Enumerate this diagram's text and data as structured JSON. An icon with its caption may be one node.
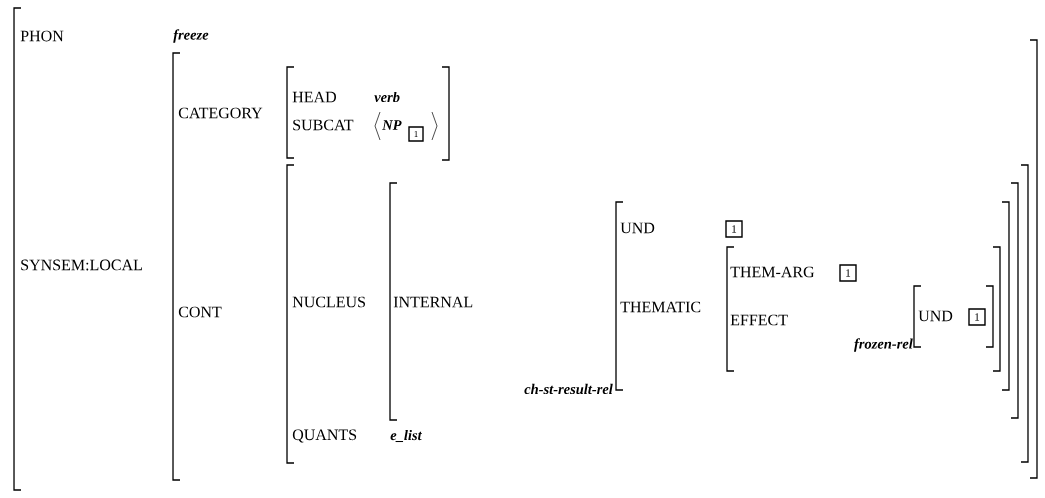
{
  "diagram": {
    "nodes": [
      {
        "text": [
          "1"
        ]
      },
      {
        "text": [
          "1"
        ]
      },
      {
        "text": [
          "1"
        ]
      },
      {
        "text": [
          "1"
        ]
      }
    ],
    "labels": [
      "PHON",
      "freeze",
      "CATEGORY",
      "HEAD",
      "verb",
      "SUBCAT",
      "NP",
      "SYNSEM:LOCAL",
      "UND",
      "THEM-ARG",
      "THEMATIC",
      "NUCLEUS",
      "INTERNAL",
      "CONT",
      "EFFECT",
      "UND",
      "frozen-rel",
      "ch-st-result-rel",
      "QUANTS",
      "e_list"
    ]
  }
}
